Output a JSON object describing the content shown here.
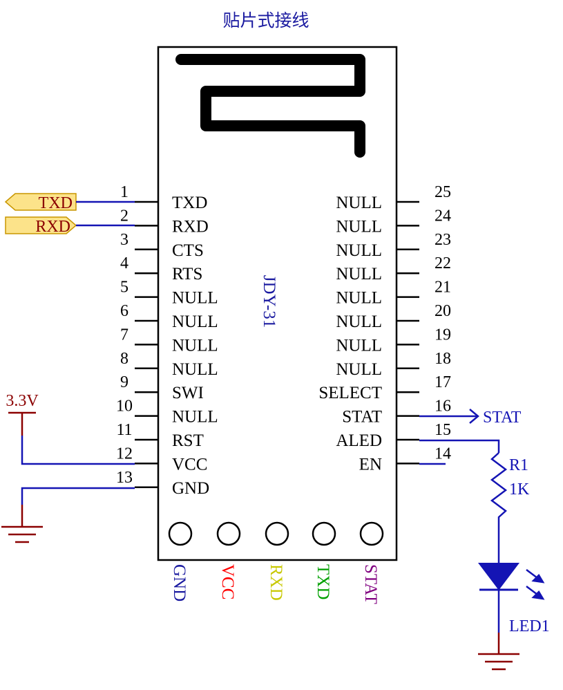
{
  "title": "贴片式接线",
  "module_name": "JDY-31",
  "colors": {
    "wire": "#1414b4",
    "power": "#8b0000",
    "body": "#000000",
    "port_fill": "#fce38a",
    "port_stroke": "#c89600",
    "port_text": "#8b0000",
    "gnd_lbl": "#1a1aa0",
    "vcc_lbl": "#ff0000",
    "rxd_lbl": "#c8c800",
    "txd_lbl": "#00a000",
    "stat_lbl": "#800080"
  },
  "left_pins": [
    {
      "num": "1",
      "name": "TXD"
    },
    {
      "num": "2",
      "name": "RXD"
    },
    {
      "num": "3",
      "name": "CTS"
    },
    {
      "num": "4",
      "name": "RTS"
    },
    {
      "num": "5",
      "name": "NULL"
    },
    {
      "num": "6",
      "name": "NULL"
    },
    {
      "num": "7",
      "name": "NULL"
    },
    {
      "num": "8",
      "name": "NULL"
    },
    {
      "num": "9",
      "name": "SWI"
    },
    {
      "num": "10",
      "name": "NULL"
    },
    {
      "num": "11",
      "name": "RST"
    },
    {
      "num": "12",
      "name": "VCC"
    },
    {
      "num": "13",
      "name": "GND"
    }
  ],
  "right_pins": [
    {
      "num": "25",
      "name": "NULL"
    },
    {
      "num": "24",
      "name": "NULL"
    },
    {
      "num": "23",
      "name": "NULL"
    },
    {
      "num": "22",
      "name": "NULL"
    },
    {
      "num": "21",
      "name": "NULL"
    },
    {
      "num": "20",
      "name": "NULL"
    },
    {
      "num": "19",
      "name": "NULL"
    },
    {
      "num": "18",
      "name": "NULL"
    },
    {
      "num": "17",
      "name": "SELECT"
    },
    {
      "num": "16",
      "name": "STAT"
    },
    {
      "num": "15",
      "name": "ALED"
    },
    {
      "num": "14",
      "name": "EN"
    }
  ],
  "ports": {
    "txd": "TXD",
    "rxd": "RXD",
    "stat": "STAT"
  },
  "power_label": "3.3V",
  "resistor": {
    "ref": "R1",
    "value": "1K"
  },
  "led": {
    "ref": "LED1"
  },
  "bottom_labels": [
    "GND",
    "VCC",
    "RXD",
    "TXD",
    "STAT"
  ]
}
